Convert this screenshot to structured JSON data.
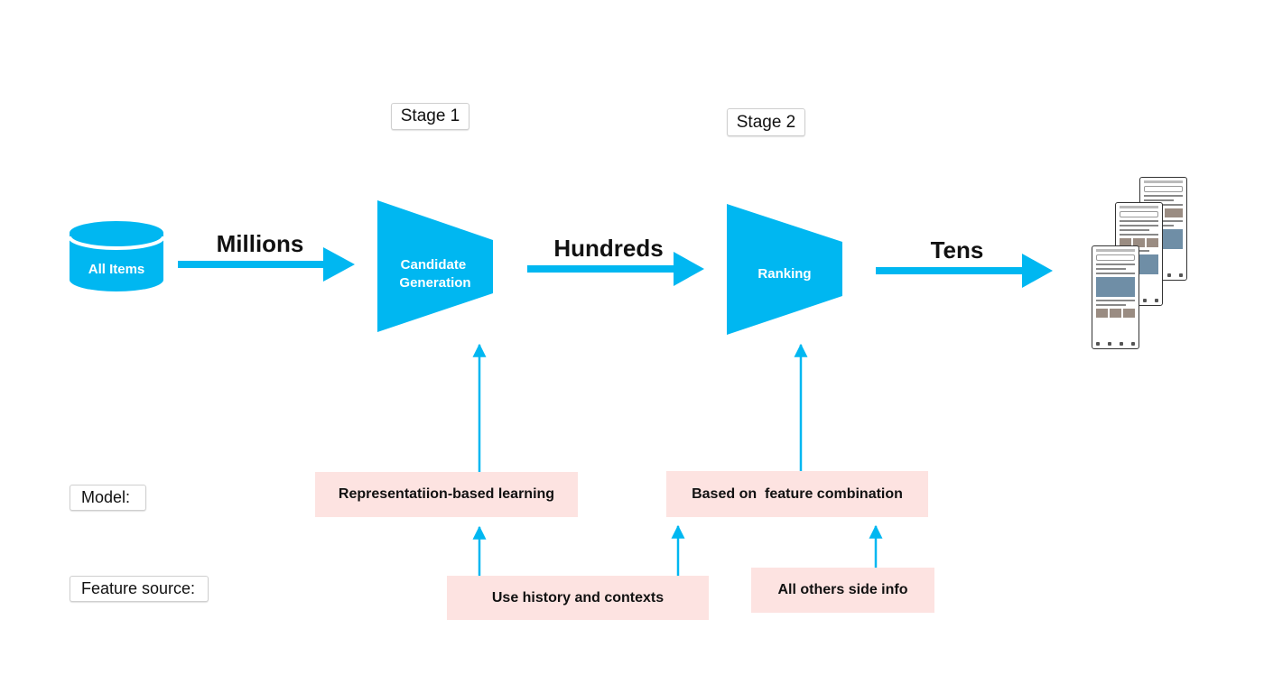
{
  "diagram": {
    "cylinder_label": "All Items",
    "stage1_label": "Stage 1",
    "stage2_label": "Stage 2",
    "candidate_generation_label": "Candidate Generation",
    "ranking_label": "Ranking",
    "counts": {
      "millions": "Millions",
      "hundreds": "Hundreds",
      "tens": "Tens"
    },
    "row_labels": {
      "model": "Model:",
      "feature_source": "Feature source:"
    },
    "models": {
      "representation": "Representatiion-based learning",
      "feature_combination": "Based on  feature combination"
    },
    "features": {
      "history": "Use history and contexts",
      "side_info": "All others side info"
    },
    "colors": {
      "accent_blue": "#00b7f1",
      "box_pink": "#fde3e1",
      "text_dark": "#111111"
    }
  }
}
